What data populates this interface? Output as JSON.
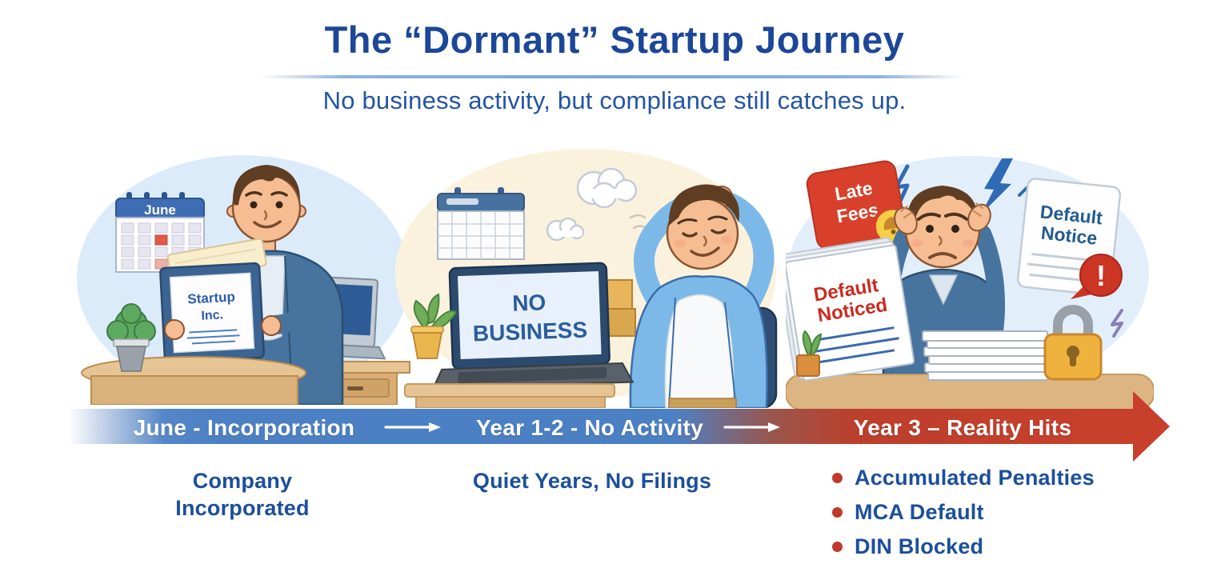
{
  "header": {
    "title": "The “Dormant” Startup Journey",
    "subtitle": "No business activity, but compliance still catches up."
  },
  "colors": {
    "heading_blue": "#1c4798",
    "timeline_blue": "#4c80c4",
    "timeline_red": "#c8402c",
    "bullet_red": "#c0392b"
  },
  "timeline": {
    "stages": [
      {
        "label": "June - Incorporation"
      },
      {
        "label": "Year 1-2 - No Activity"
      },
      {
        "label": "Year 3 – Reality Hits"
      }
    ]
  },
  "captions": {
    "stage1_line1": "Company",
    "stage1_line2": "Incorporated",
    "stage2": "Quiet Years, No Filings",
    "stage3_bullets": [
      "Accumulated Penalties",
      "MCA Default",
      "DIN Blocked"
    ]
  },
  "scenes": {
    "incorporation": {
      "calendar_month": "June",
      "certificate_line1": "Startup",
      "certificate_line2": "Inc."
    },
    "no_activity": {
      "screen_line1": "NO",
      "screen_line2": "BUSINESS"
    },
    "reality_hits": {
      "tag_line1": "Late",
      "tag_line2": "Fees",
      "notice_line1": "Default",
      "notice_line2": "Notice",
      "papers_line1": "Default",
      "papers_line2": "Noticed",
      "alert_mark": "!"
    }
  }
}
